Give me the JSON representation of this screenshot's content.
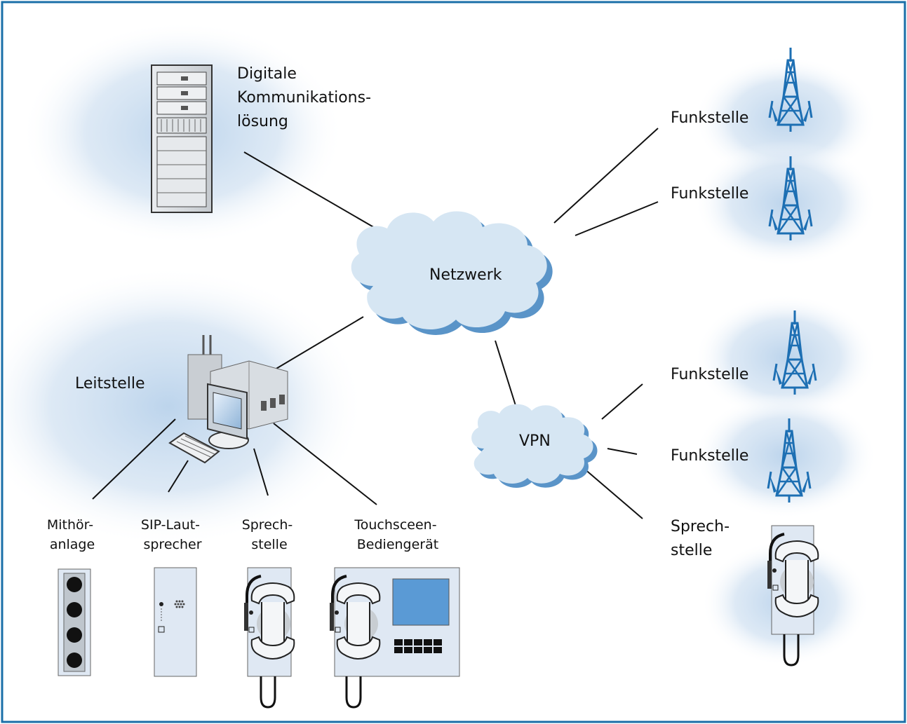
{
  "colors": {
    "frame": "#1a6fa8",
    "halo": "#c6dbef",
    "cloud_fill": "#d6e6f3",
    "cloud_shadow": "#5a94c8",
    "tower": "#1d6fb3",
    "device": "#dfe8f3",
    "screen": "#5a9ad5",
    "line": "#111111"
  },
  "nodes": {
    "server": {
      "icon": "server-rack-icon",
      "label": [
        "Digitale",
        "Kommunikations-",
        "lösung"
      ]
    },
    "network": {
      "icon": "cloud-icon",
      "label": "Netzwerk"
    },
    "vpn": {
      "icon": "cloud-icon",
      "label": "VPN"
    },
    "control_center": {
      "icon": "building-computer-icon",
      "label": "Leitstelle"
    },
    "radio_stations": [
      {
        "icon": "radio-tower-icon",
        "label": "Funkstelle"
      },
      {
        "icon": "radio-tower-icon",
        "label": "Funkstelle"
      },
      {
        "icon": "radio-tower-icon",
        "label": "Funkstelle"
      },
      {
        "icon": "radio-tower-icon",
        "label": "Funkstelle"
      }
    ],
    "devices": [
      {
        "icon": "speaker-panel-icon",
        "label": [
          "Mithör-",
          "anlage"
        ]
      },
      {
        "icon": "sip-speaker-icon",
        "label": [
          "SIP-Laut-",
          "sprecher"
        ]
      },
      {
        "icon": "handset-phone-icon",
        "label": [
          "Sprech-",
          "stelle"
        ]
      },
      {
        "icon": "touchscreen-phone-icon",
        "label": [
          "Touchsceen-",
          "Bediengerät"
        ]
      }
    ],
    "remote_station": {
      "icon": "handset-phone-icon",
      "label": [
        "Sprech-",
        "stelle"
      ]
    }
  }
}
